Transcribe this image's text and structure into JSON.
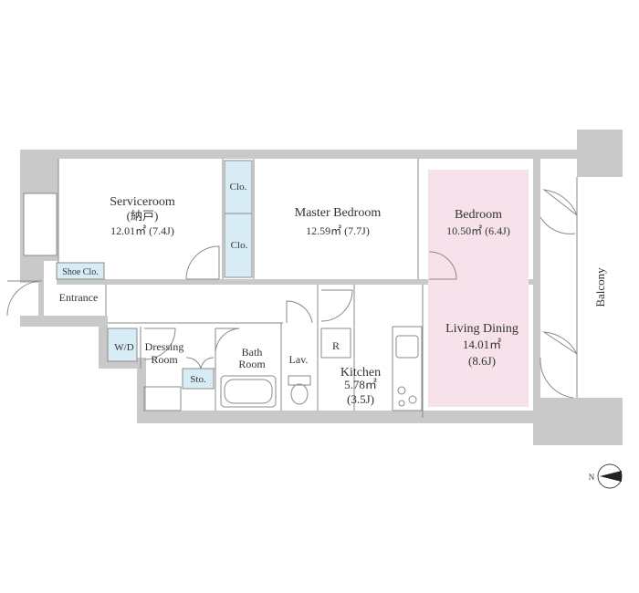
{
  "rooms": {
    "serviceroom": {
      "name": "Serviceroom",
      "sub": "(納戸)",
      "area": "12.01㎡ (7.4J)"
    },
    "master_bedroom": {
      "name": "Master Bedroom",
      "area": "12.59㎡ (7.7J)"
    },
    "bedroom": {
      "name": "Bedroom",
      "area": "10.50㎡ (6.4J)"
    },
    "living_dining": {
      "name": "Living Dining",
      "area": "14.01㎡",
      "jo": "(8.6J)"
    },
    "kitchen": {
      "name": "Kitchen",
      "area": "5.78㎡",
      "jo": "(3.5J)"
    },
    "dressing_room": {
      "line1": "Dressing",
      "line2": "Room"
    },
    "bath_room": {
      "line1": "Bath",
      "line2": "Room"
    },
    "lavatory": {
      "name": "Lav."
    },
    "entrance": {
      "name": "Entrance"
    },
    "balcony": {
      "name": "Balcony"
    }
  },
  "storage": {
    "closet_1": "Clo.",
    "closet_2": "Clo.",
    "shoe_closet": "Shoe Clo.",
    "walk_in": "W/D",
    "storage": "Sto.",
    "refrigerator": "R"
  },
  "compass": {
    "label": "N"
  },
  "colors": {
    "wall": "#c9c9c9",
    "storage": "#d8ecf6",
    "highlight": "#f7e1ea",
    "text": "#333333"
  }
}
